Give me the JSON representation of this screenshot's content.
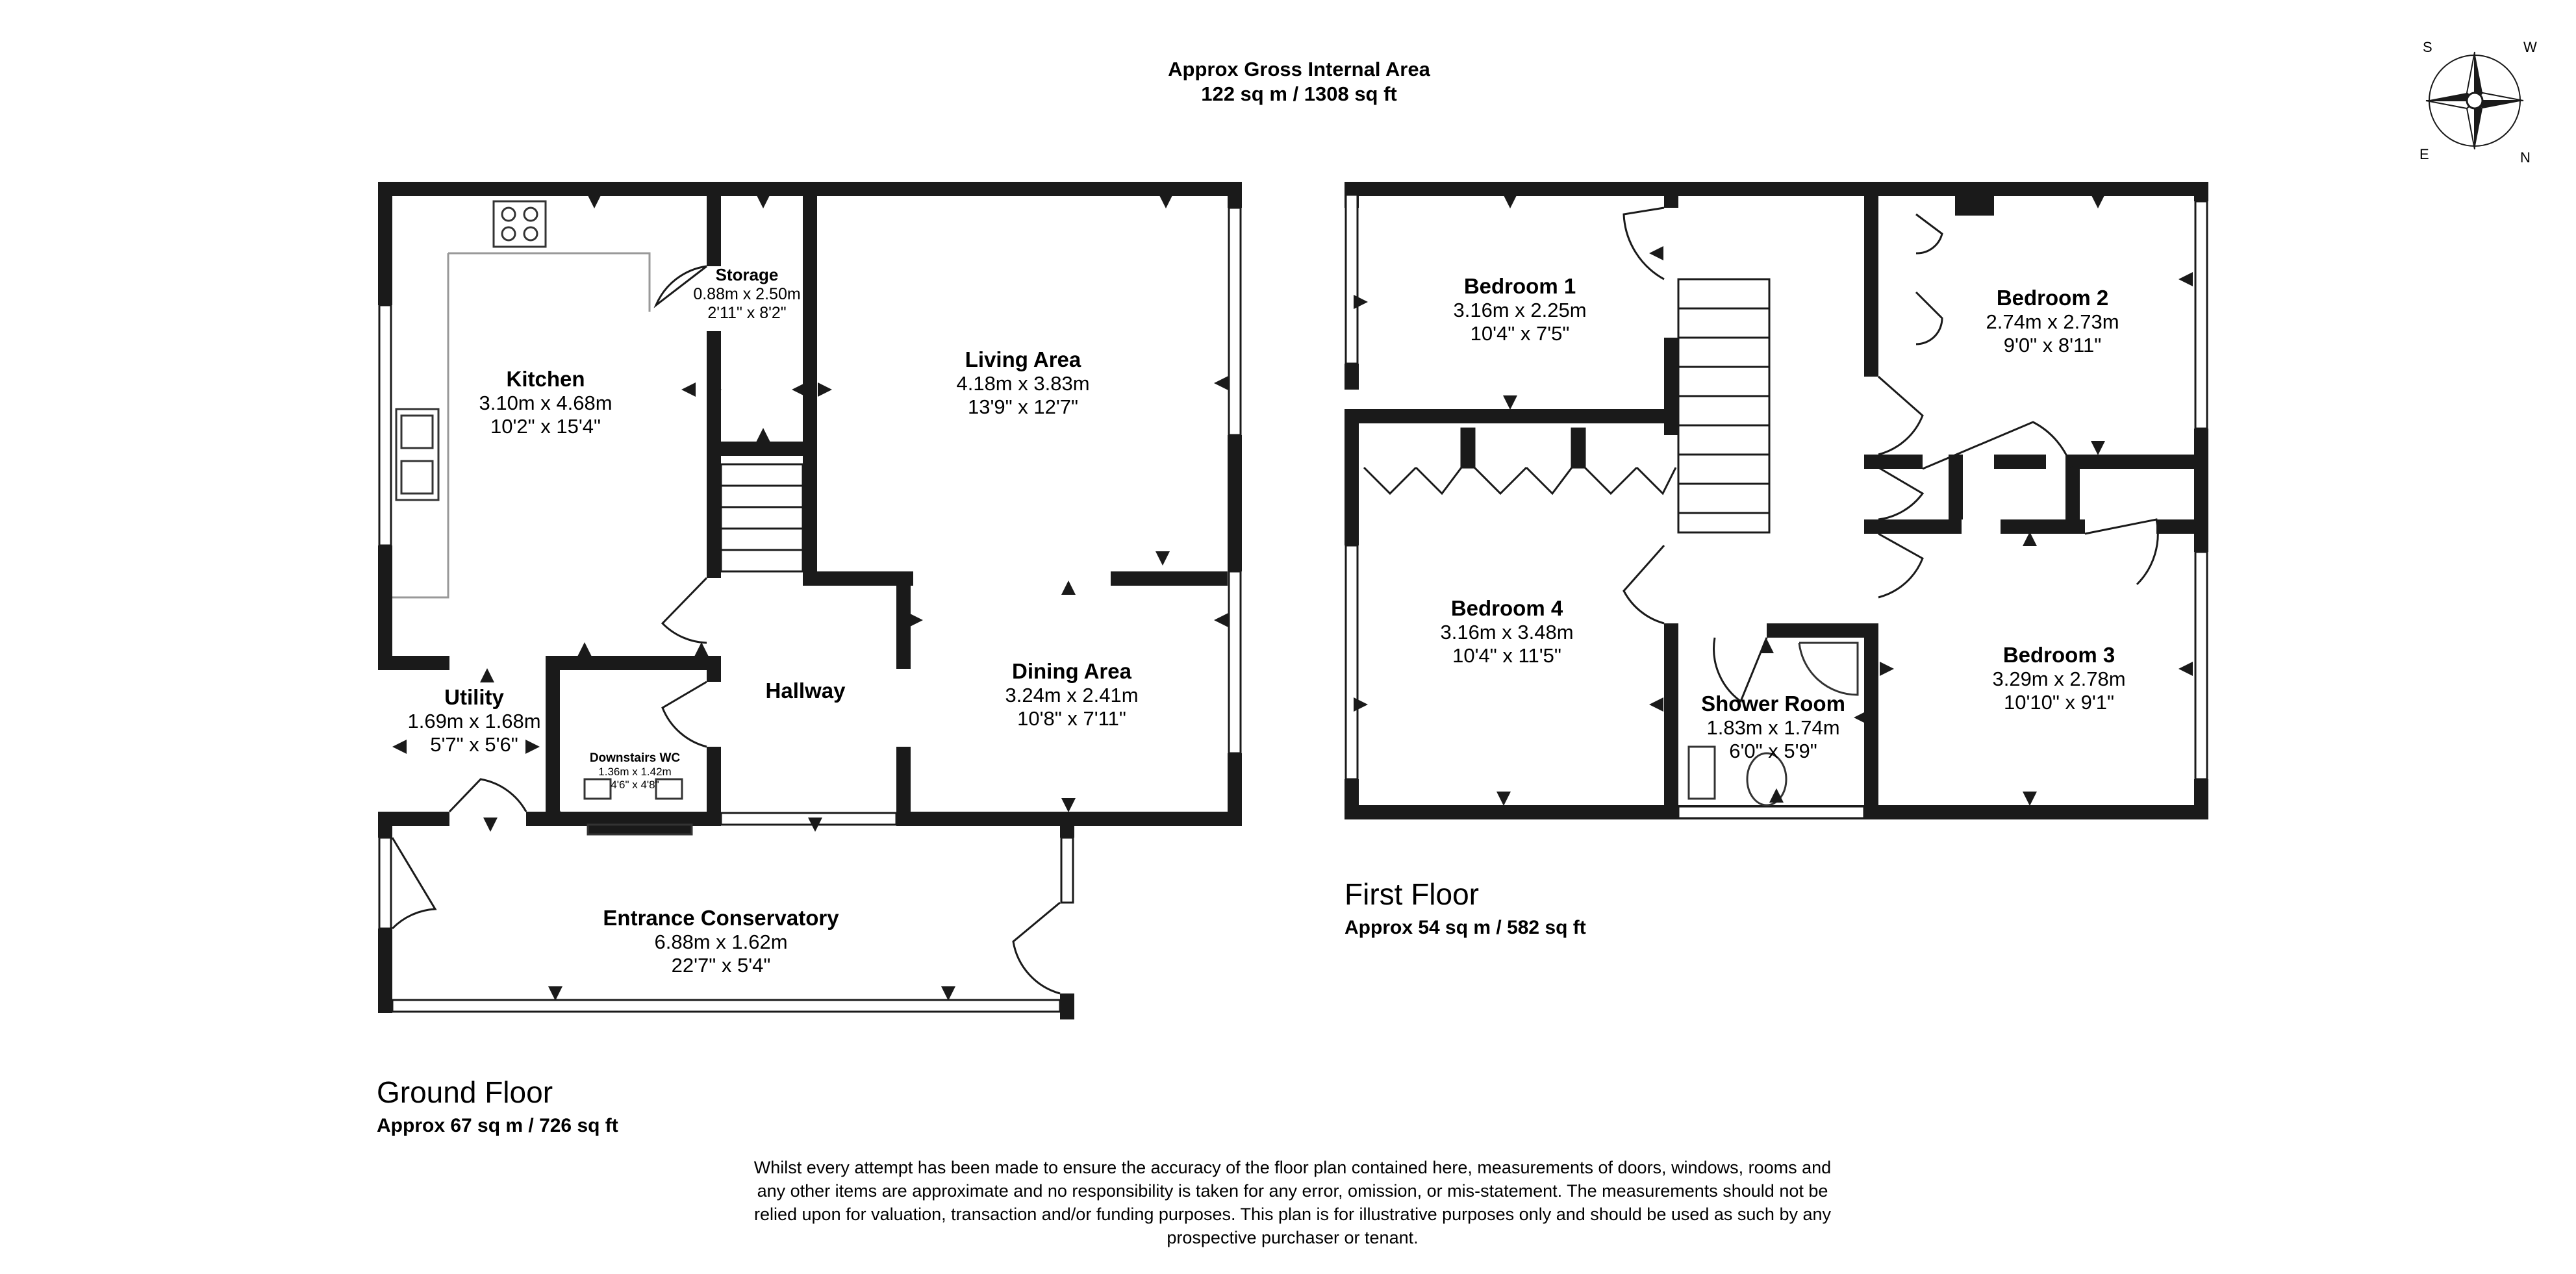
{
  "header": {
    "title": "Approx Gross Internal Area",
    "area": "122 sq m / 1308 sq ft"
  },
  "compass": {
    "letters": [
      "S",
      "W",
      "E",
      "N"
    ],
    "icon": "compass-rose-icon"
  },
  "ground_floor": {
    "name": "Ground Floor",
    "area": "Approx 67 sq m / 726 sq ft",
    "rooms": {
      "kitchen": {
        "name": "Kitchen",
        "metric": "3.10m x 4.68m",
        "imperial": "10'2\" x 15'4\""
      },
      "storage": {
        "name": "Storage",
        "metric": "0.88m x 2.50m",
        "imperial": "2'11\" x 8'2\""
      },
      "living": {
        "name": "Living Area",
        "metric": "4.18m x 3.83m",
        "imperial": "13'9\" x 12'7\""
      },
      "hallway": {
        "name": "Hallway"
      },
      "dining": {
        "name": "Dining Area",
        "metric": "3.24m x 2.41m",
        "imperial": "10'8\" x 7'11\""
      },
      "utility": {
        "name": "Utility",
        "metric": "1.69m x 1.68m",
        "imperial": "5'7\" x 5'6\""
      },
      "wc": {
        "name": "Downstairs WC",
        "metric": "1.36m x 1.42m",
        "imperial": "4'6\" x 4'8\""
      },
      "conservatory": {
        "name": "Entrance Conservatory",
        "metric": "6.88m x 1.62m",
        "imperial": "22'7\" x 5'4\""
      }
    }
  },
  "first_floor": {
    "name": "First Floor",
    "area": "Approx 54 sq m / 582 sq ft",
    "rooms": {
      "bed1": {
        "name": "Bedroom 1",
        "metric": "3.16m x 2.25m",
        "imperial": "10'4\" x 7'5\""
      },
      "bed2": {
        "name": "Bedroom 2",
        "metric": "2.74m x 2.73m",
        "imperial": "9'0\" x 8'11\""
      },
      "bed4": {
        "name": "Bedroom 4",
        "metric": "3.16m x 3.48m",
        "imperial": "10'4\" x 11'5\""
      },
      "shower": {
        "name": "Shower Room",
        "metric": "1.83m x 1.74m",
        "imperial": "6'0\" x 5'9\""
      },
      "bed3": {
        "name": "Bedroom 3",
        "metric": "3.29m x 2.78m",
        "imperial": "10'10\" x 9'1\""
      }
    }
  },
  "disclaimer": [
    "Whilst every attempt has been made to ensure the accuracy of the floor plan contained here, measurements of doors, windows, rooms and",
    "any other items are approximate and no responsibility is taken for any error, omission, or mis-statement. The measurements should not be",
    "relied upon for valuation, transaction and/or funding purposes. This plan is for illustrative purposes only and should be used as such by any",
    "prospective purchaser or tenant."
  ]
}
